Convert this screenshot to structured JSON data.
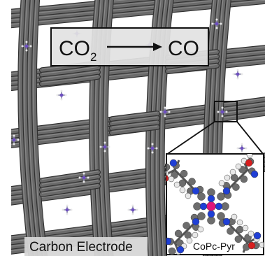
{
  "reaction": {
    "reactant_main": "CO",
    "reactant_subscript": "2",
    "product": "CO"
  },
  "electrode_label": "Carbon Electrode",
  "inset_label": "CoPc-Pyr",
  "colors": {
    "fiber": "#6a6a6a",
    "fiber_edge": "#2f2f2f",
    "fiber_highlight": "#9a9a9a",
    "label_box_fill": "#dcdcdc",
    "cobalt": "#e0157a",
    "nitrogen": "#1f3fd6",
    "oxygen": "#d81e1e",
    "carbon": "#6d6d6d",
    "hydrogen": "#e8e8e8"
  }
}
